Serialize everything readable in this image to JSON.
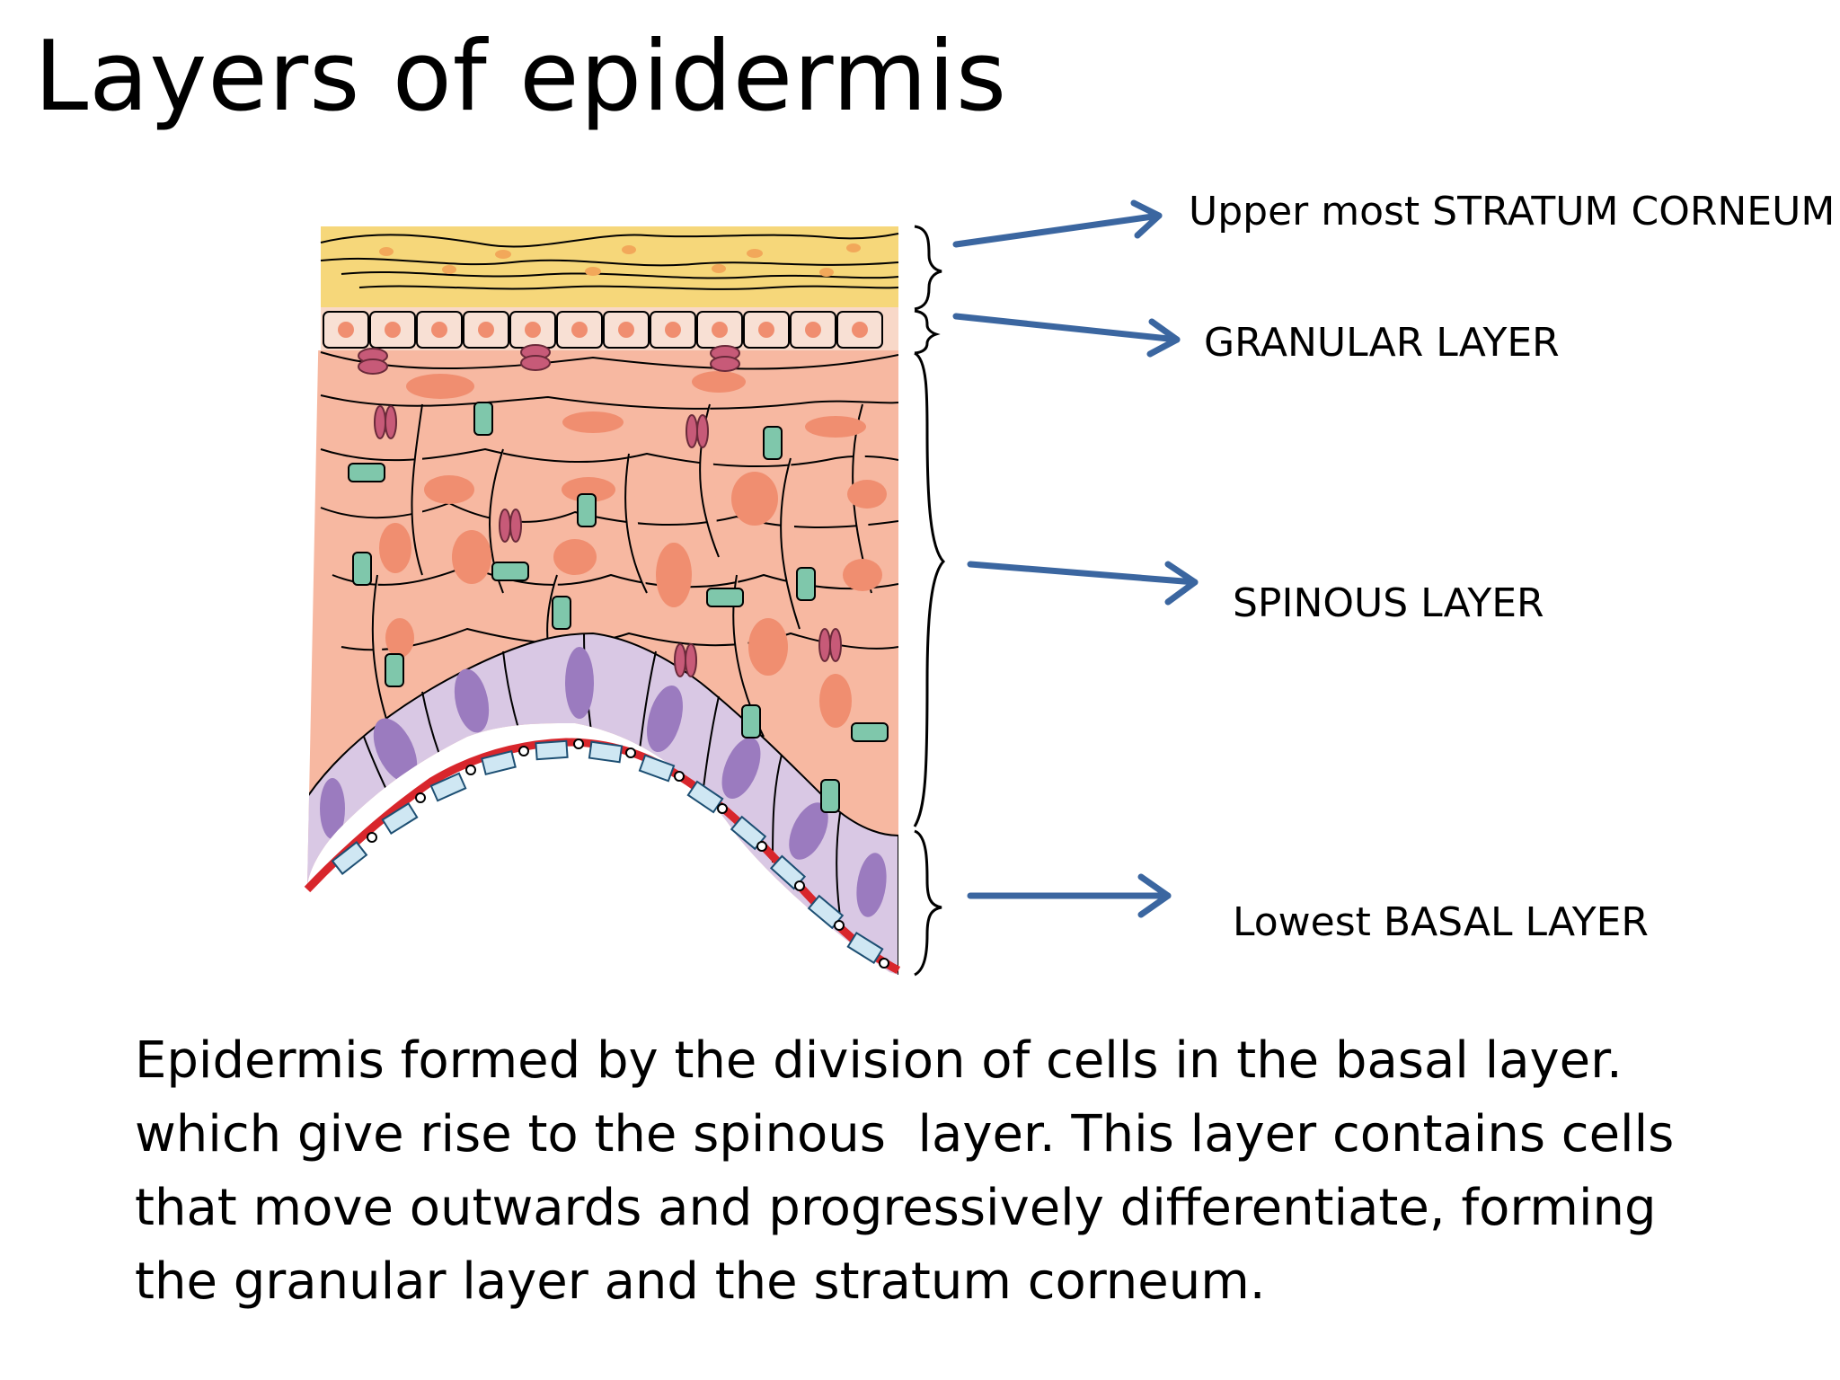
{
  "title": "Layers of epidermis",
  "labels": {
    "stratum_corneum": "Upper most STRATUM CORNEUM",
    "granular": "GRANULAR LAYER",
    "spinous": "SPINOUS LAYER",
    "basal": "Lowest BASAL LAYER"
  },
  "description": {
    "lines": [
      "Epidermis formed by the division of cells in the basal layer.",
      "which give rise to the spinous  layer. This layer contains cells",
      "that move outwards and progressively differentiate, forming",
      "the granular layer and the stratum corneum."
    ]
  },
  "colors": {
    "arrow": "#3b66a0",
    "corneum": "#f6d77a",
    "granular": "#f8d8c8",
    "spinous_cell": "#f7b8a1",
    "spinous_nucleus": "#f08e70",
    "basal_cell": "#d9c8e4",
    "basal_nucleus": "#9b7bbf",
    "basement_membrane": "#d8262c",
    "desmosome": "#c75a78",
    "hemidesmosome": "#7fc7ab"
  }
}
